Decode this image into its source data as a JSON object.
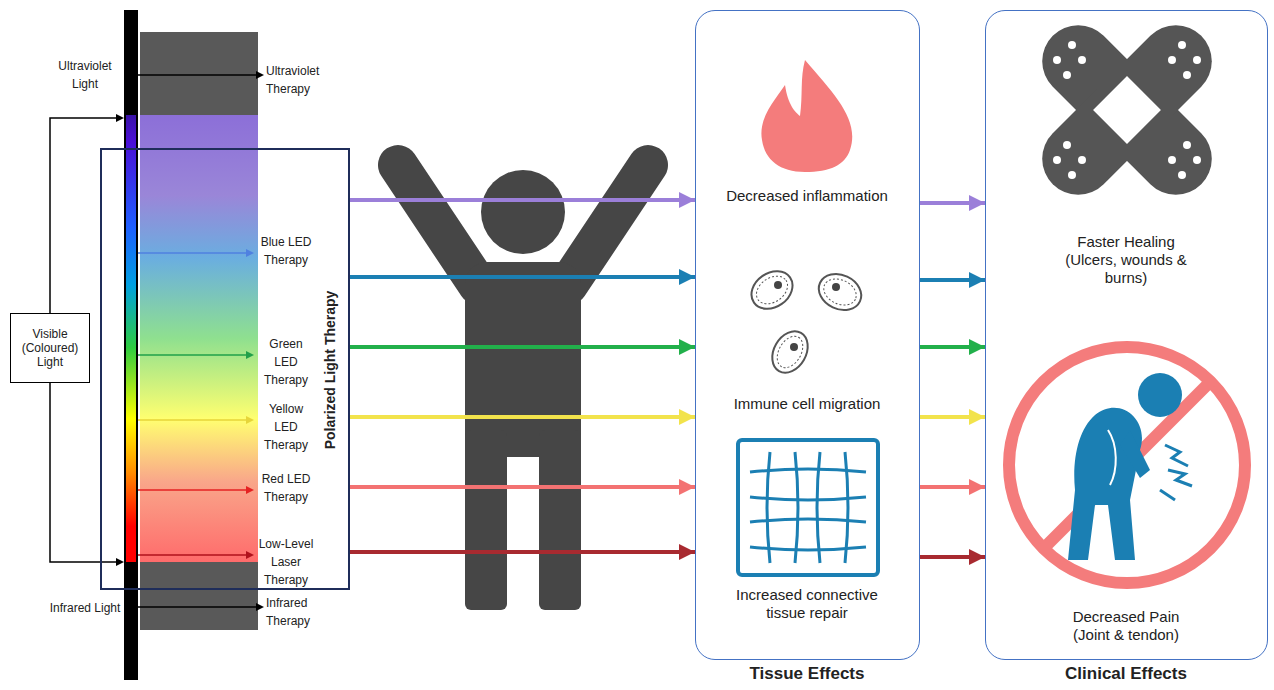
{
  "diagram": {
    "nodes": [
      {
        "text": [
          "Visible (Coloured) Light"
        ]
      },
      {
        "text": [
          "Polarized Light Therapy"
        ]
      },
      {
        "text": [
          "Decreased inflammation",
          "Immune cell migration",
          "Increased connective tissue repair",
          "Tissue Effects"
        ]
      },
      {
        "text": [
          "Faster Healing (Ulcers, wounds & burns)",
          "Decreased Pain (Joint & tendon)",
          "Clinical Effects"
        ]
      }
    ],
    "edges": [
      {
        "from": 1,
        "to": 2,
        "arrow": "to"
      },
      {
        "from": 1,
        "to": 2,
        "arrow": "to"
      },
      {
        "from": 1,
        "to": 2,
        "arrow": "to"
      },
      {
        "from": 1,
        "to": 2,
        "arrow": "to"
      },
      {
        "from": 1,
        "to": 2,
        "arrow": "to"
      },
      {
        "from": 1,
        "to": 2,
        "arrow": "to"
      },
      {
        "from": 2,
        "to": 3,
        "arrow": "to"
      },
      {
        "from": 2,
        "to": 3,
        "arrow": "to"
      },
      {
        "from": 2,
        "to": 3,
        "arrow": "to"
      },
      {
        "from": 2,
        "to": 3,
        "arrow": "to"
      },
      {
        "from": 2,
        "to": 3,
        "arrow": "to"
      },
      {
        "from": 2,
        "to": 3,
        "arrow": "to"
      }
    ],
    "labels": [
      "Ultraviolet Light",
      "Ultraviolet Therapy",
      "Blue LED Therapy",
      "Green LED Therapy",
      "Yellow LED Therapy",
      "Red LED Therapy",
      "Low-Level Laser Therapy",
      "Infrared Light",
      "Infrared Therapy"
    ]
  }
}
